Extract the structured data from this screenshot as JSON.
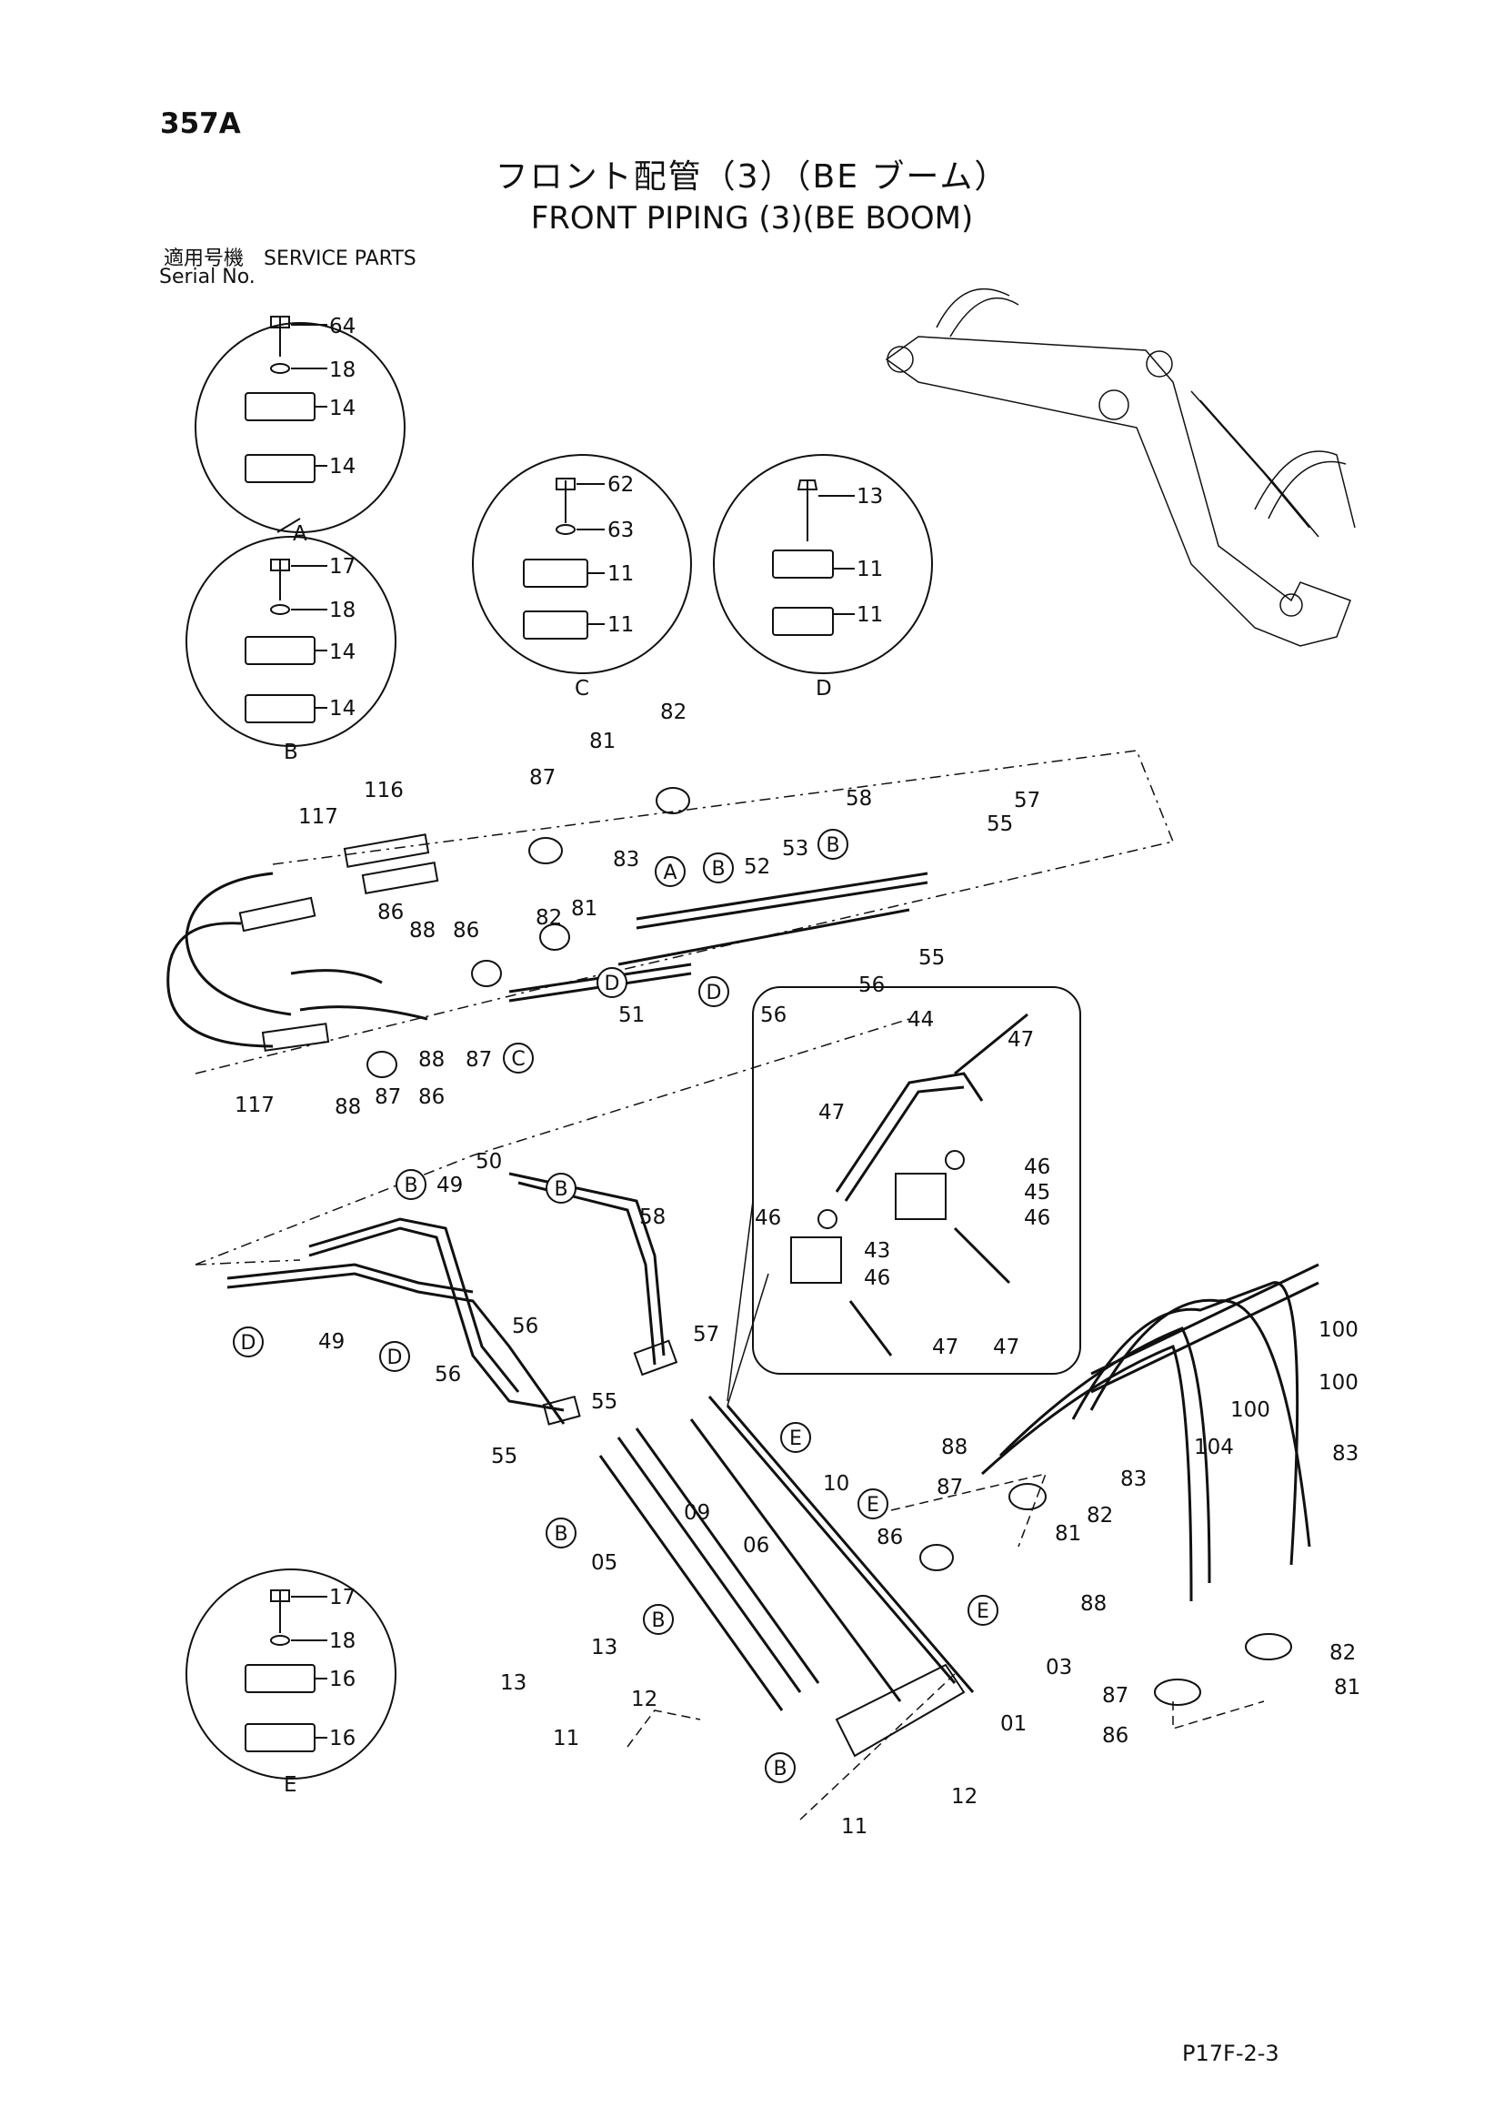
{
  "header": {
    "page_number": "357A",
    "title_jp": "フロント配管（3）（BE ブーム）",
    "title_en": "FRONT PIPING (3)(BE BOOM)",
    "serial_label_jp": "適用号機　SERVICE PARTS",
    "serial_label_en": "Serial No."
  },
  "footer": {
    "code": "P17F-2-3"
  },
  "details": [
    {
      "letter": "A",
      "labels": [
        "64",
        "18",
        "14",
        "14"
      ]
    },
    {
      "letter": "B",
      "labels": [
        "17",
        "18",
        "14",
        "14"
      ]
    },
    {
      "letter": "C",
      "labels": [
        "62",
        "63",
        "11",
        "11"
      ]
    },
    {
      "letter": "D",
      "labels": [
        "13",
        "11",
        "11"
      ]
    },
    {
      "letter": "E",
      "labels": [
        "17",
        "18",
        "16",
        "16"
      ]
    }
  ],
  "upper_labels": [
    "82",
    "81",
    "87",
    "116",
    "117",
    "58",
    "57",
    "55",
    "53",
    "52",
    "83",
    "82",
    "81",
    "86",
    "88",
    "86",
    "55",
    "56",
    "51",
    "56",
    "117",
    "88",
    "87",
    "86",
    "88",
    "87"
  ],
  "upper_circles": [
    "A",
    "B",
    "B",
    "D",
    "D",
    "C"
  ],
  "inset_labels": [
    "44",
    "47",
    "47",
    "46",
    "45",
    "46",
    "46",
    "43",
    "46",
    "47",
    "47"
  ],
  "mid_labels": [
    "49",
    "50",
    "58",
    "56",
    "57",
    "49",
    "56",
    "55",
    "55"
  ],
  "mid_circles": [
    "B",
    "B",
    "D",
    "D"
  ],
  "lower_labels": [
    "10",
    "09",
    "06",
    "05",
    "13",
    "13",
    "12",
    "11",
    "03",
    "01",
    "12",
    "11",
    "88",
    "87",
    "86",
    "83",
    "82",
    "81",
    "100",
    "100",
    "100",
    "104",
    "83",
    "88",
    "82",
    "87",
    "81",
    "86"
  ],
  "lower_circles": [
    "E",
    "B",
    "E",
    "E",
    "B",
    "B"
  ]
}
